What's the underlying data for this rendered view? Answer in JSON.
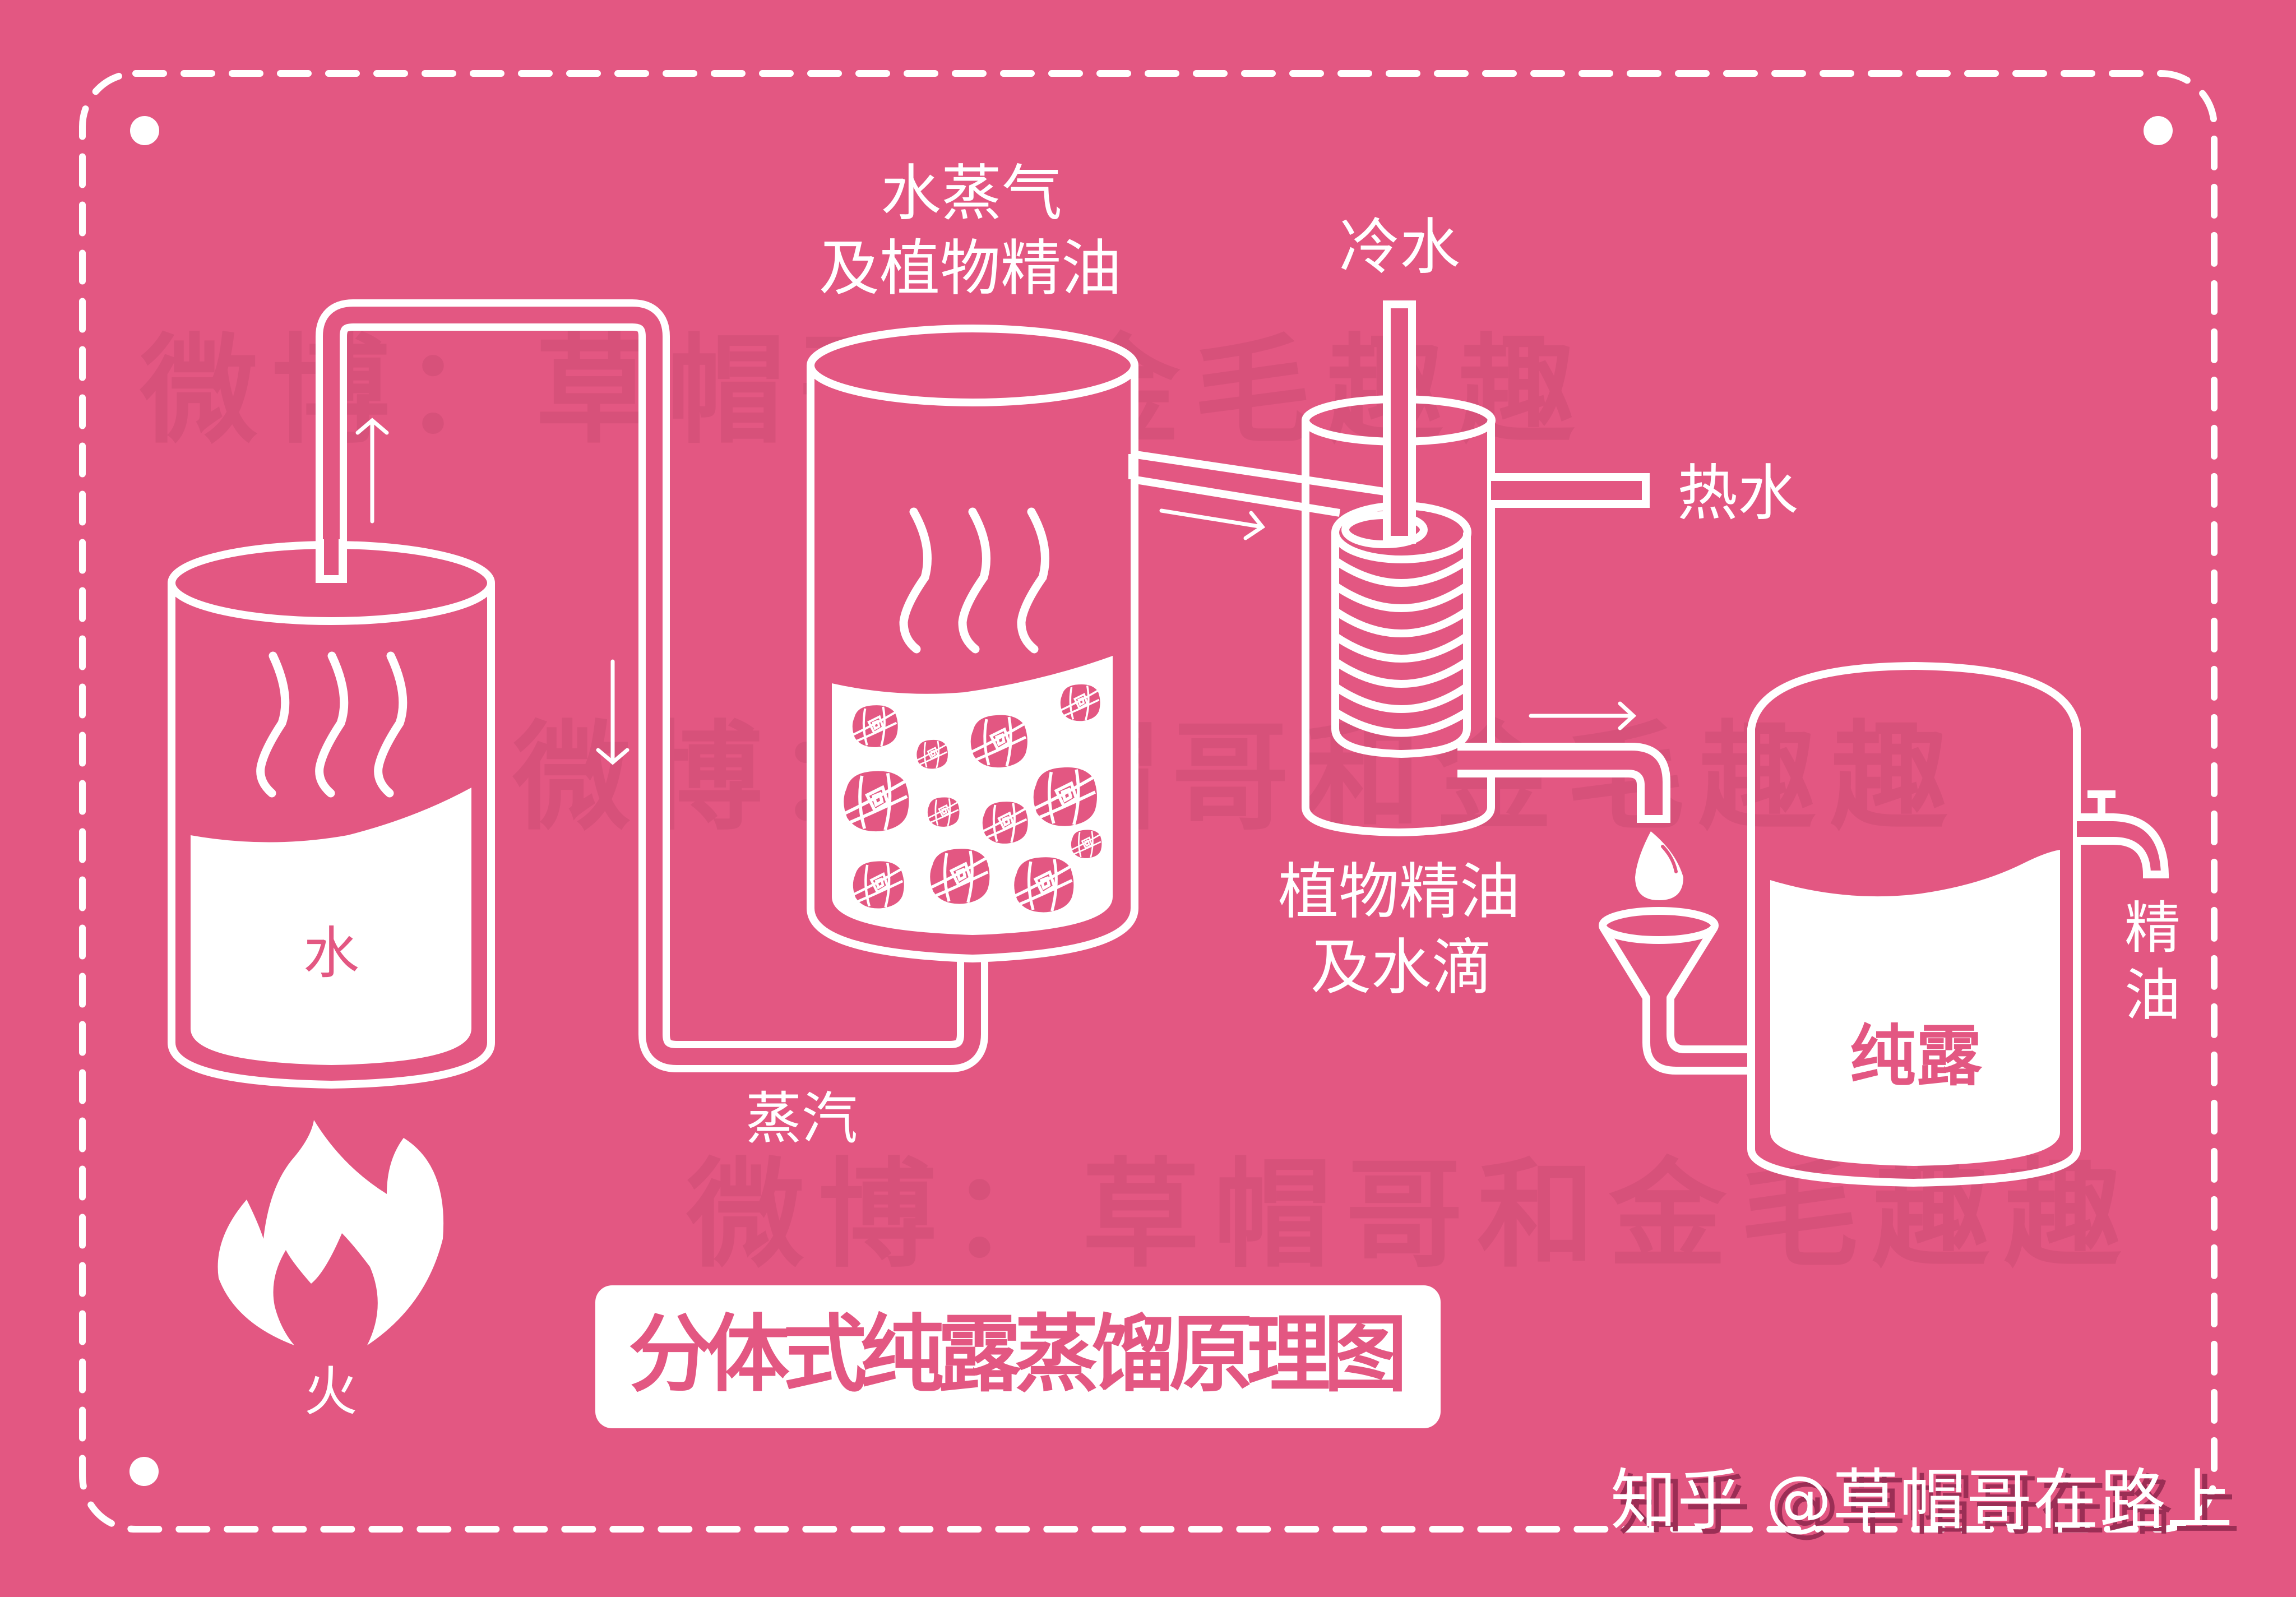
{
  "colors": {
    "background": "#E35782",
    "line": "#FFFFFF",
    "accent_text": "#E35782",
    "watermark": "#C94A72"
  },
  "title": "分体式纯露蒸馏原理图",
  "labels": {
    "water": "水",
    "fire": "火",
    "steam_pipe": "蒸汽",
    "vapor_line1": "水蒸气",
    "vapor_line2": "及植物精油",
    "cold_water": "冷水",
    "hot_water": "热水",
    "drops_line1": "植物精油",
    "drops_line2": "及水滴",
    "hydrosol": "纯露",
    "essential_oil_1": "精",
    "essential_oil_2": "油"
  },
  "watermarks": [
    "微博：草帽哥和金毛趣趣",
    "微博：草帽哥和金毛趣趣",
    "微博：草帽哥和金毛趣趣"
  ],
  "credit": "知乎 @草帽哥在路上",
  "icons": {
    "fire": "fire-icon",
    "drop": "water-drop-icon",
    "funnel": "funnel-icon",
    "rose": "rose-icon",
    "steam": "steam-waves-icon",
    "arrow": "flow-arrow-icon"
  },
  "components": [
    {
      "name": "boiler-tank",
      "contents": "水",
      "heated_by": "火"
    },
    {
      "name": "still-tank",
      "contents": "植物 (roses)"
    },
    {
      "name": "condenser",
      "inlet": "冷水",
      "outlet": "热水"
    },
    {
      "name": "separator-tank",
      "contents": "纯露",
      "tap": "精油"
    }
  ]
}
